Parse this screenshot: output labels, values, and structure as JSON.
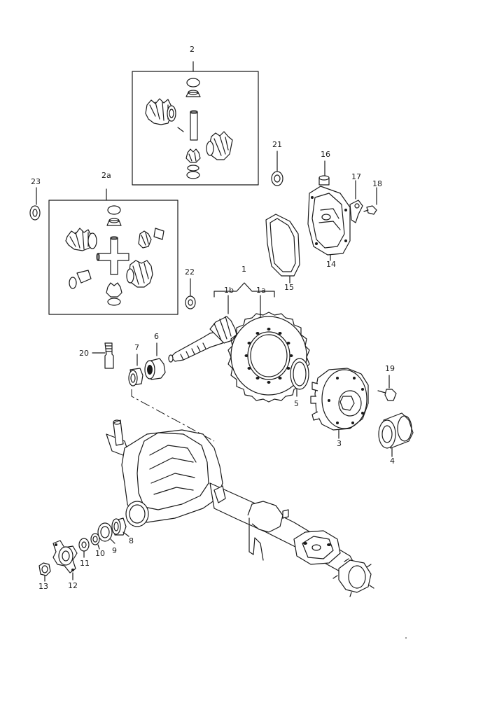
{
  "parts": [
    {
      "id": "p2",
      "label": "2"
    },
    {
      "id": "p2a",
      "label": "2a"
    },
    {
      "id": "p1",
      "label": "1"
    },
    {
      "id": "p1b",
      "label": "1b"
    },
    {
      "id": "p1a",
      "label": "1a"
    },
    {
      "id": "p3",
      "label": "3"
    },
    {
      "id": "p4",
      "label": "4"
    },
    {
      "id": "p5",
      "label": "5"
    },
    {
      "id": "p6",
      "label": "6"
    },
    {
      "id": "p7",
      "label": "7"
    },
    {
      "id": "p8",
      "label": "8"
    },
    {
      "id": "p9",
      "label": "9"
    },
    {
      "id": "p10",
      "label": "10"
    },
    {
      "id": "p11",
      "label": "11"
    },
    {
      "id": "p12",
      "label": "12"
    },
    {
      "id": "p13",
      "label": "13"
    },
    {
      "id": "p14",
      "label": "14"
    },
    {
      "id": "p15",
      "label": "15"
    },
    {
      "id": "p16",
      "label": "16"
    },
    {
      "id": "p17",
      "label": "17"
    },
    {
      "id": "p18",
      "label": "18"
    },
    {
      "id": "p19",
      "label": "19"
    },
    {
      "id": "p20",
      "label": "20"
    },
    {
      "id": "p21",
      "label": "21"
    },
    {
      "id": "p22",
      "label": "22"
    },
    {
      "id": "p23",
      "label": "23"
    }
  ]
}
